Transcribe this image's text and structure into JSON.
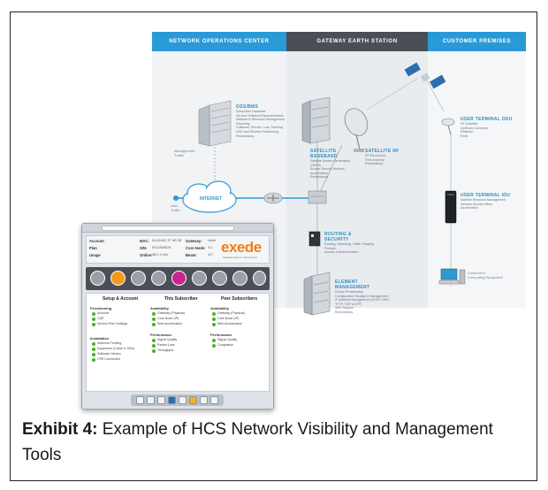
{
  "diagram": {
    "columns": [
      {
        "name": "NETWORK OPERATIONS CENTER",
        "color": "#2a9ad6"
      },
      {
        "name": "GATEWAY EARTH STATION",
        "color": "#4a4f57"
      },
      {
        "name": "CUSTOMER PREMISES",
        "color": "#2a9ad6"
      }
    ],
    "oss_bss": {
      "title": "OSS/BMS",
      "items": [
        "Subscriber Database",
        "Service Definition/Parametrization",
        "Network & Resource Management",
        "Reporting",
        "Customer Service / Law Tracking",
        "VNO and Reseller Partitioning",
        "Redundancy"
      ]
    },
    "management_traffic": "Management Traffic",
    "internet": "INTERNET",
    "user_traffic": "User Traffic",
    "satellite_baseband": {
      "title": "SATELLITE BASEBAND",
      "items": [
        "Satellite Modem Termination (SMTS)",
        "Access Service Network",
        "Acceleration",
        "Redundancy"
      ]
    },
    "satellite_rf": {
      "title": "SATELLITE RF",
      "items": [
        "RF Electronics",
        "Free Antenna",
        "Redundancy"
      ]
    },
    "routing_security": {
      "title": "ROUTING & SECURITY",
      "items": [
        "Routing, Switching, Traffic Shaping",
        "Firewall",
        "Access & Authentication"
      ]
    },
    "element_management": {
      "title": "ELEMENT MANAGEMENT",
      "items": [
        "Device Provisioning",
        "Configuration Storage & Management",
        "IP Address Management (DHCP, DNS, TFTP, TOP & NTP)",
        "SNO Support",
        "Redundancy"
      ]
    },
    "user_terminal_odu": {
      "title": "USER TERMINAL ODU",
      "items": [
        "RF Amplifier",
        "Up/Down Converter",
        "Reflector",
        "Feed"
      ]
    },
    "user_terminal_idu": {
      "title": "USER TERMINAL IDU",
      "items": [
        "Satellite Resource Management",
        "Network Access Filters",
        "Acceleration"
      ]
    },
    "customer_equipment": "Customer's Computing Equipment"
  },
  "dashboard": {
    "account_label": "Account",
    "plan_label": "Plan",
    "usage_label": "Usage",
    "mac_label": "MAC:",
    "mac_value": "00:A0:BC:7F:4E:2B",
    "s_n_label": "S/N:",
    "s_n_value": "0012345678",
    "online_label": "Online:",
    "online_value": "48 h 4 min",
    "gateway_label": "Gateway:",
    "gateway_value": "Ninet",
    "core_node_label": "Core Node:",
    "core_node_value": "4-1",
    "beam_label": "Beam:",
    "beam_value": "117",
    "brand": "exede",
    "brand_sub": "Satellite Internet. Reinvented.",
    "panels": {
      "setup": {
        "title": "Setup & Account",
        "provisioning": "Provisioning",
        "prov_items": [
          "Account",
          "CAP",
          "Service Plan Settings"
        ],
        "installation": "Installation",
        "inst_items": [
          "Antenna Pointing",
          "Equipment (Cable & ODU)",
          "Software Version",
          "CPE Connected"
        ]
      },
      "this_sub": {
        "title": "This Subscriber",
        "availability": "Availability",
        "avail_items": [
          "Gateway (Physical)",
          "Core Node (IP)",
          "Web Acceleration"
        ],
        "performance": "Performance",
        "perf_items": [
          "Signal Quality",
          "Packet Loss",
          "Throughput"
        ]
      },
      "peer": {
        "title": "Peer Subscribers",
        "availability": "Availability",
        "avail_items": [
          "Gateway (Physical)",
          "Core Node (IP)",
          "Web Acceleration"
        ],
        "performance": "Performance",
        "perf_items": [
          "Signal Quality",
          "Congestion"
        ]
      }
    }
  },
  "caption": {
    "label": "Exhibit 4:",
    "text": " Example of HCS Network Visibility and Management Tools"
  }
}
